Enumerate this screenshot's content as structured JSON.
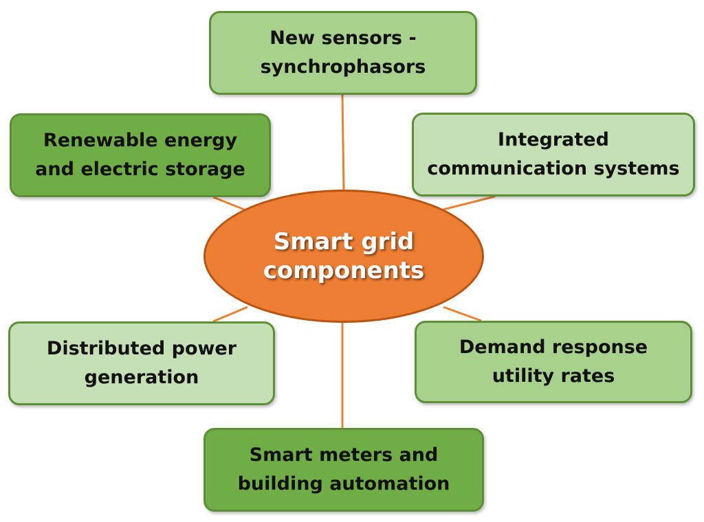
{
  "center": {
    "label": "Smart grid components",
    "fill_color": "#ed7d31",
    "text_color": "#ffffff"
  },
  "connector_color": "#e8822f",
  "components": {
    "sensors": {
      "label": "New sensors - synchrophasors",
      "fill_color": "#a9d18e"
    },
    "renewable": {
      "label": "Renewable energy and electric storage",
      "fill_color": "#70ad47"
    },
    "communication": {
      "label": "Integrated communication systems",
      "fill_color": "#c5e0b4"
    },
    "distributed": {
      "label": "Distributed power generation",
      "fill_color": "#c5e0b4"
    },
    "demand": {
      "label": "Demand response utility rates",
      "fill_color": "#a9d18e"
    },
    "meters": {
      "label": "Smart meters and building automation",
      "fill_color": "#70ad47"
    }
  }
}
